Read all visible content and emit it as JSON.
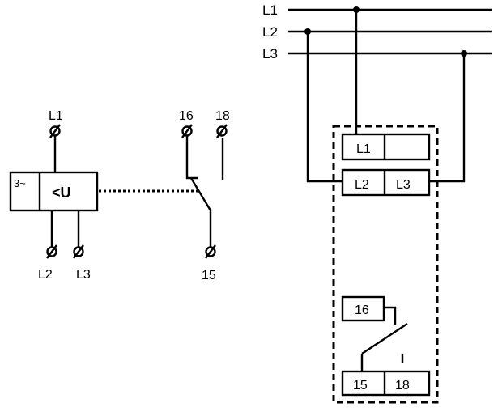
{
  "phase_labels": {
    "l1": "L1",
    "l2": "L2",
    "l3": "L3"
  },
  "schematic": {
    "supply_label": "3~",
    "monitor_symbol": "<U",
    "term_l1": "L1",
    "term_l2": "L2",
    "term_l3": "L3",
    "contact_16": "16",
    "contact_18": "18",
    "contact_15": "15"
  },
  "device": {
    "top_row": [
      "L1",
      ""
    ],
    "second_row": [
      "L2",
      "L3"
    ],
    "relay_terminal": "16",
    "bottom_row": [
      "15",
      "18"
    ]
  }
}
